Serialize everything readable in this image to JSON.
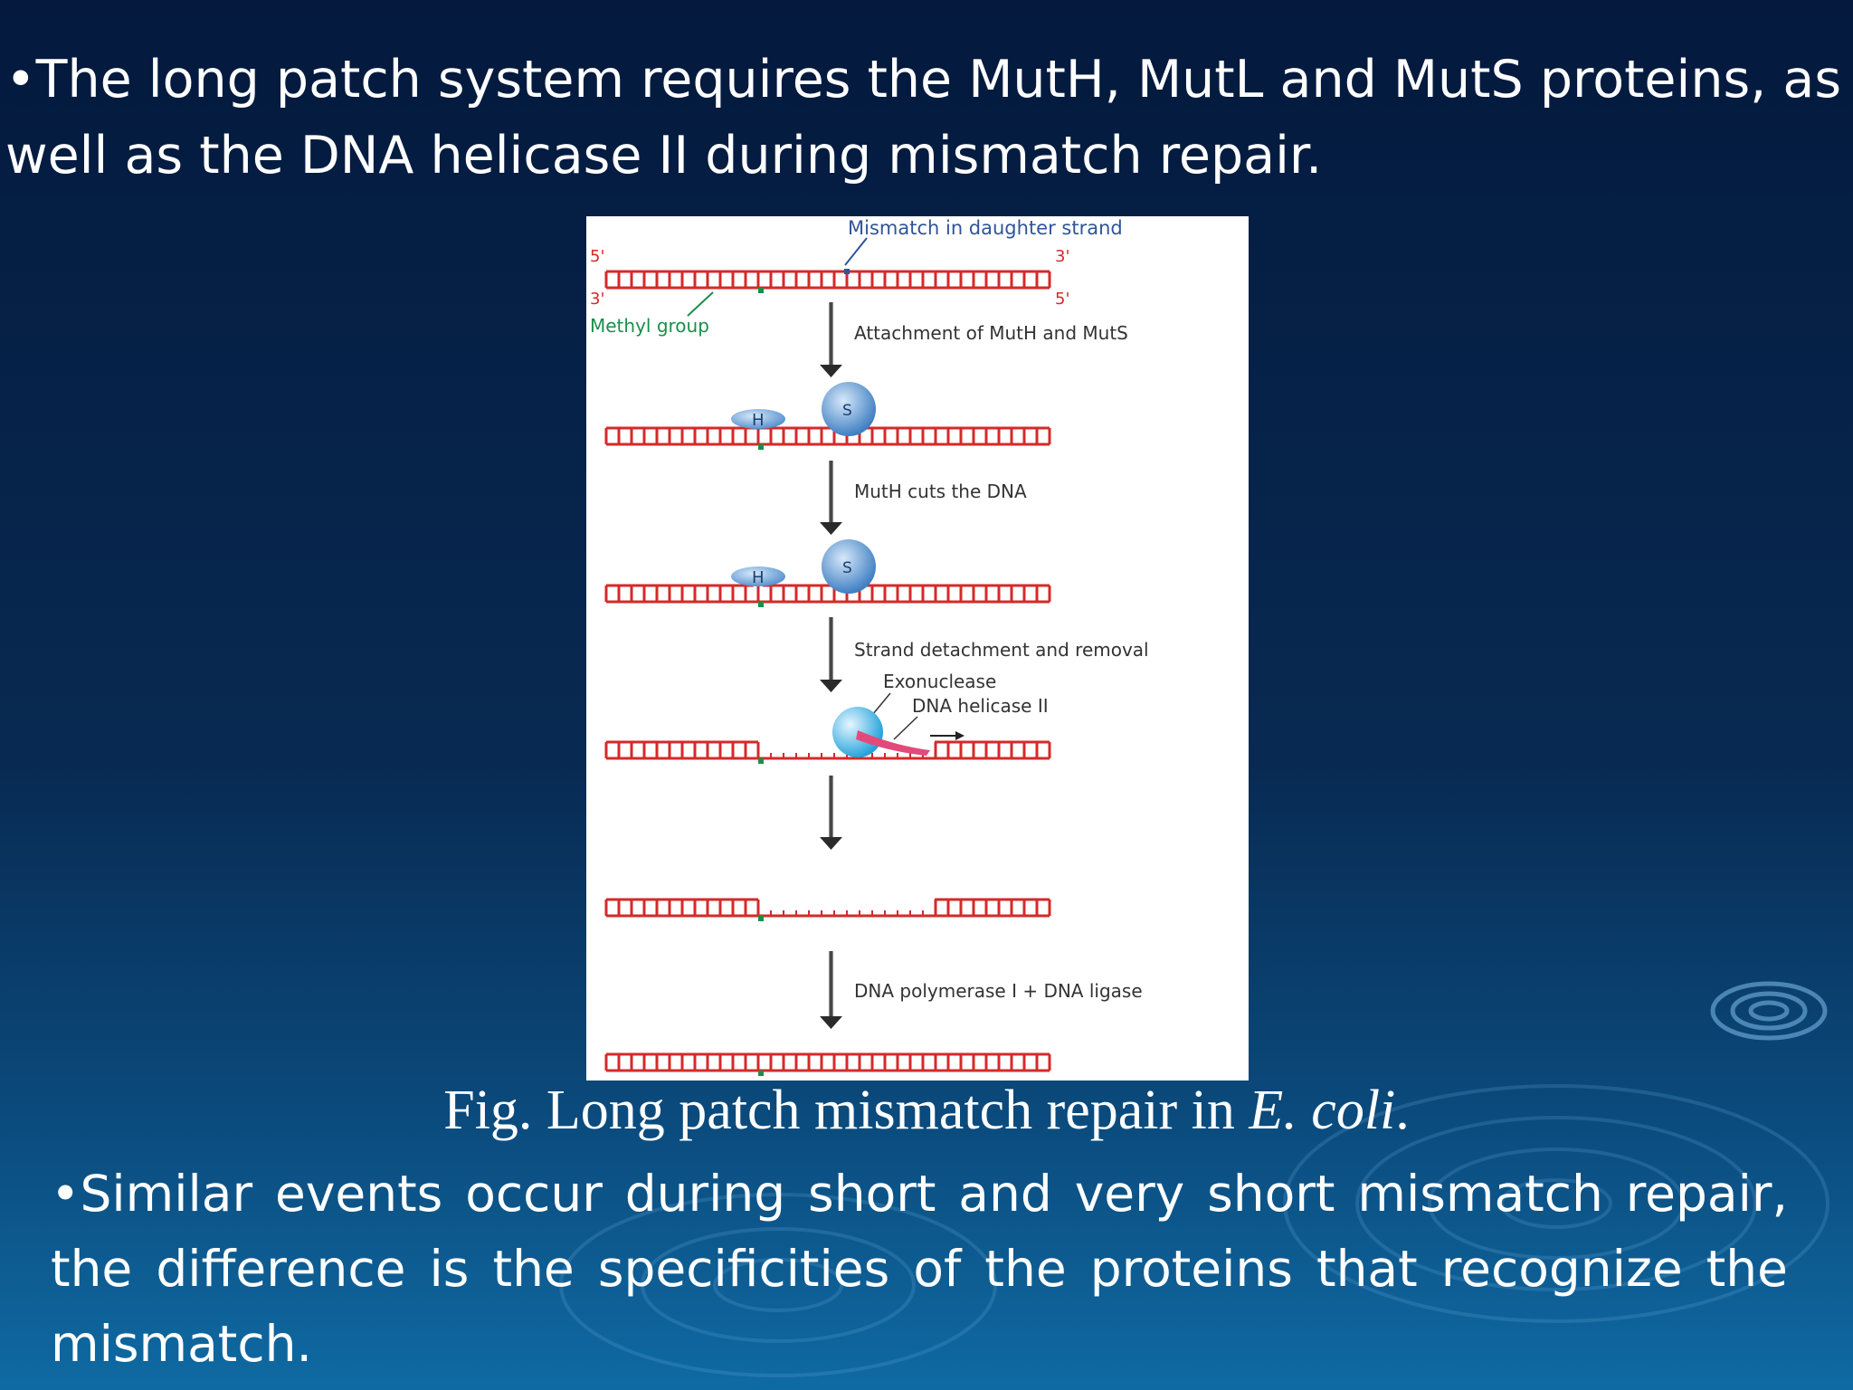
{
  "slide": {
    "top_bullet": "•The long patch system requires the MutH, MutL and MutS proteins, as well as the DNA helicase II during mismatch repair.",
    "caption_prefix": "Fig. Long patch mismatch repair in ",
    "caption_italic": "E. coli",
    "caption_suffix": ".",
    "bottom_bullet": "•Similar events occur during short and very short mismatch repair, the difference is the specificities of the proteins that recognize the mismatch."
  },
  "figure": {
    "mismatch_label": "Mismatch in daughter strand",
    "end_5_top": "5'",
    "end_3_top_right": "3'",
    "end_3_left": "3'",
    "end_5_right": "5'",
    "methyl_label": "Methyl group",
    "step1": "Attachment of MutH and MutS",
    "step2": "MutH cuts the DNA",
    "step3": "Strand detachment and removal",
    "exonuclease": "Exonuclease",
    "helicase": "DNA helicase II",
    "step5": "DNA polymerase I + DNA ligase",
    "muth_letter": "H",
    "muts_letter": "S"
  },
  "colors": {
    "dna_red": "#d42a2a",
    "methyl_green": "#1a8f4a",
    "protein_blue": "#5b9bd5",
    "label_blue": "#2f5597",
    "helicase_pink": "#e24a7a"
  }
}
